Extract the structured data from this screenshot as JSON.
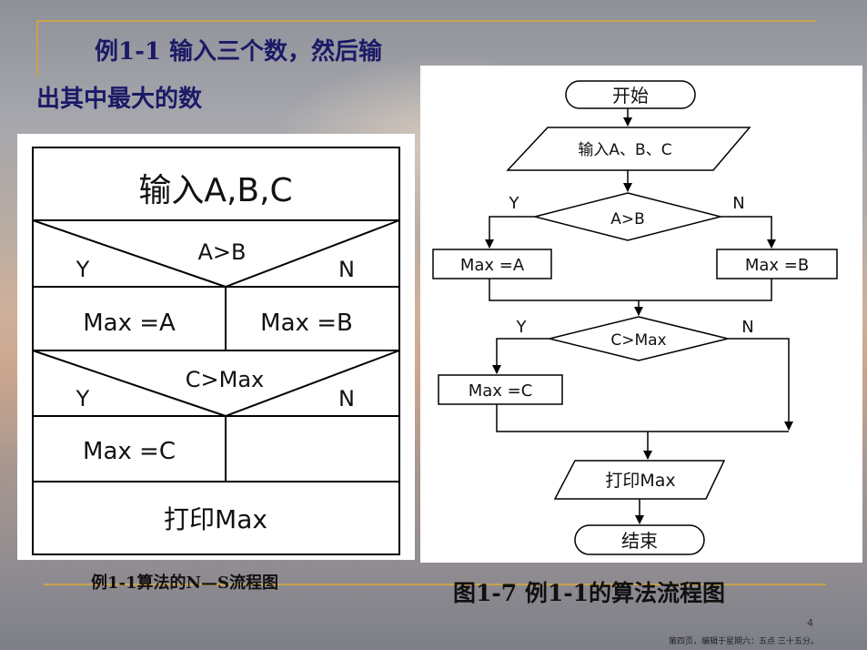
{
  "slide": {
    "title_line1": "例1-1  输入三个数，然后输",
    "title_line2": "出其中最大的数",
    "page_number": "4",
    "footer": "第四页，编辑于星期六：五点 三十五分。"
  },
  "ns_chart": {
    "input": "输入A,B,C",
    "cond1": "A>B",
    "cond1_yes": "Y",
    "cond1_no": "N",
    "assign_a": "Max =A",
    "assign_b": "Max =B",
    "cond2": "C>Max",
    "cond2_yes": "Y",
    "cond2_no": "N",
    "assign_c": "Max =C",
    "output": "打印Max",
    "caption": "例1-1算法的N—S流程图"
  },
  "flowchart": {
    "start": "开始",
    "input": "输入A、B、C",
    "cond1": "A>B",
    "cond1_yes": "Y",
    "cond1_no": "N",
    "assign_a": "Max =A",
    "assign_b": "Max =B",
    "cond2": "C>Max",
    "cond2_yes": "Y",
    "cond2_no": "N",
    "assign_c": "Max =C",
    "output": "打印Max",
    "end": "结束",
    "caption": "图1-7  例1-1的算法流程图"
  }
}
